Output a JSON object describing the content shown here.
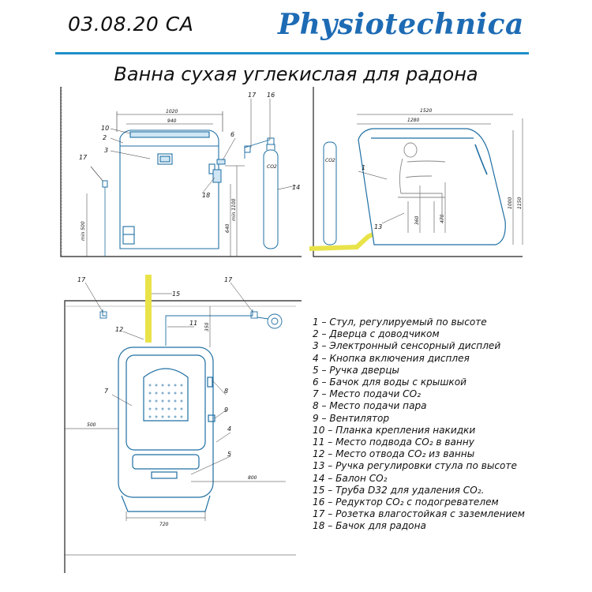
{
  "header": {
    "code": "03.08.20 CA",
    "brand": "Physiotechnica",
    "title": "Ванна сухая углекислая для радона"
  },
  "front_view": {
    "dims": {
      "d1020": "1020",
      "d940": "940",
      "d640": "640",
      "d1100": "min 1100",
      "d500": "min 500"
    },
    "labels": {
      "l10": "10",
      "l2": "2",
      "l3": "3",
      "l6": "6",
      "l17": "17",
      "l18": "18",
      "l16": "16",
      "l14": "14",
      "co2": "CO2"
    }
  },
  "side_view": {
    "dims": {
      "d1520": "1520",
      "d1280": "1280",
      "d1000": "1000",
      "d1150": "1150",
      "d360": "360",
      "d470": "470"
    },
    "labels": {
      "l1": "1",
      "l13": "13",
      "co2": "CO2"
    }
  },
  "plan_view": {
    "dims": {
      "d350": "350",
      "d500": "500",
      "d800": "800",
      "d720": "720"
    },
    "labels": {
      "l17a": "17",
      "l17b": "17",
      "l15": "15",
      "l12": "12",
      "l11": "11",
      "l7": "7",
      "l8": "8",
      "l9": "9",
      "l4": "4",
      "l5": "5"
    }
  },
  "legend": [
    "1 – Стул, регулируемый по высоте",
    "2 – Дверца с доводчиком",
    "3 – Электронный сенсорный дисплей",
    "4 – Кнопка включения дисплея",
    "5 – Ручка дверцы",
    "6 – Бачок для воды с крышкой",
    "7 – Место подачи CO₂",
    "8 – Место подачи пара",
    "9 – Вентилятор",
    "10 – Планка крепления накидки",
    "11 – Место подвода CO₂ в ванну",
    "12 – Место отвода CO₂ из ванны",
    "13 – Ручка регулировки стула по высоте",
    "14 – Балон CO₂",
    "15 – Труба D32 для удаления CO₂.",
    "16 – Редуктор CO₂ с подогревателем",
    "17 – Розетка влагостойкая с заземлением",
    "18 – Бачок для радона"
  ],
  "colors": {
    "accent": "#1d6bb4",
    "pipe": "#e9e34a",
    "line": "#2a8bb8"
  }
}
